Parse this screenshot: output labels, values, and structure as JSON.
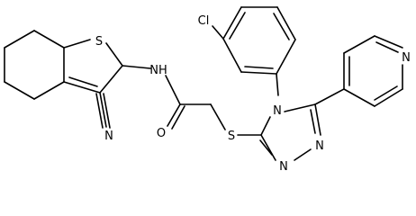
{
  "molecule": {
    "atom_labels": {
      "sulfur_thiophene": "S",
      "amide_nitrogen": "NH",
      "chlorine": "Cl",
      "nitrogen_triazole_4": "N",
      "nitrogen_pyridine": "N",
      "carbonyl_oxygen": "O",
      "sulfur_thioether": "S",
      "nitrogen_triazole_2": "N",
      "nitrogen_triazole_1": "N",
      "nitrile_nitrogen": "N"
    }
  }
}
